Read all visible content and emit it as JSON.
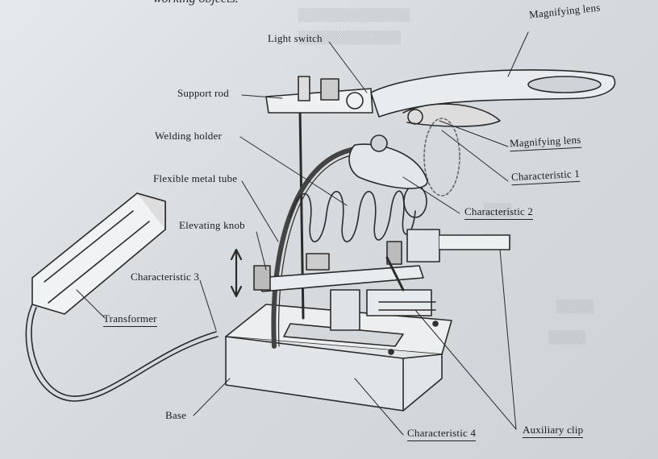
{
  "top_text": "working objects.",
  "labels": {
    "magnifying_lens_top": "Magnifying lens",
    "light_switch": "Light switch",
    "support_rod": "Support rod",
    "welding_holder": "Welding holder",
    "magnifying_lens_side": "Magnifying lens",
    "characteristic_1": "Characteristic 1",
    "flexible_metal_tube": "Flexible metal tube",
    "characteristic_2": "Characteristic 2",
    "elevating_knob": "Elevating knob",
    "characteristic_3": "Characteristic 3",
    "transformer": "Transformer",
    "base": "Base",
    "characteristic_4": "Characteristic 4",
    "auxiliary_clip": "Auxiliary clip"
  }
}
